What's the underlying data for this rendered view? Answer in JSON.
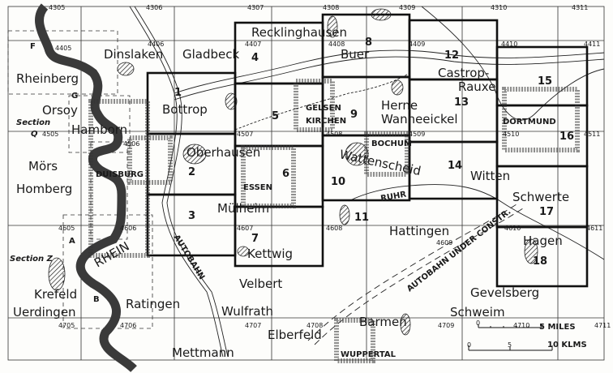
{
  "map": {
    "colors": {
      "ink": "#1a1a1a",
      "paper": "#fdfdfb",
      "river": "#3a3a3a"
    },
    "towns": [
      "Recklinghausen",
      "Dinslaken",
      "Gladbeck",
      "Buer",
      "Castrop-",
      "Rauxel",
      "Rheinberg",
      "Orsoy",
      "Bottrop",
      "Herne",
      "Wanneeickel",
      "Hamborn",
      "Oberhausen",
      "Mörs",
      "Homberg",
      "ESSEN",
      "Wattenscheid",
      "Witten",
      "Mülheim",
      "Schwerte",
      "Hattingen",
      "Kettwig",
      "Hagen",
      "Velbert",
      "Gevelsberg",
      "Krefeld",
      "Uerdingen",
      "Ratingen",
      "Wulfrath",
      "Schweim",
      "Elberfeld",
      "Mettmann",
      "Barmen"
    ],
    "cities_boxed": [
      "GELSEN",
      "KIRCHEN",
      "DORTMUND",
      "BOCHUM",
      "DUISBURG",
      "WUPPERTAL"
    ],
    "grid_refs": [
      "4305",
      "4306",
      "4307",
      "4308",
      "4309",
      "4310",
      "4311",
      "4405",
      "4406",
      "4407",
      "4408",
      "4409",
      "4410",
      "4411",
      "4505",
      "4506",
      "4507",
      "4508",
      "4509",
      "4510",
      "4511",
      "4605",
      "4606",
      "4607",
      "4608",
      "4609",
      "4610",
      "4611",
      "4705",
      "4706",
      "4707",
      "4708",
      "4709",
      "4710",
      "4711"
    ],
    "sections": [
      "1",
      "2",
      "3",
      "4",
      "5",
      "6",
      "7",
      "8",
      "9",
      "10",
      "11",
      "12",
      "13",
      "14",
      "15",
      "16",
      "17",
      "18"
    ],
    "letters": [
      "F",
      "G",
      "A",
      "B"
    ],
    "section_notes": [
      "Section",
      "Q",
      "Section Z"
    ],
    "features": [
      "RHEIN",
      "AUTOBAHN",
      "RUHR",
      "AUTOBAHN UNDER CONSTR."
    ],
    "scale": {
      "miles_zero": "0",
      "miles_label": "5 MILES",
      "km_zero": "0",
      "km_mid": "5",
      "km_label": "10 KLMS"
    }
  }
}
